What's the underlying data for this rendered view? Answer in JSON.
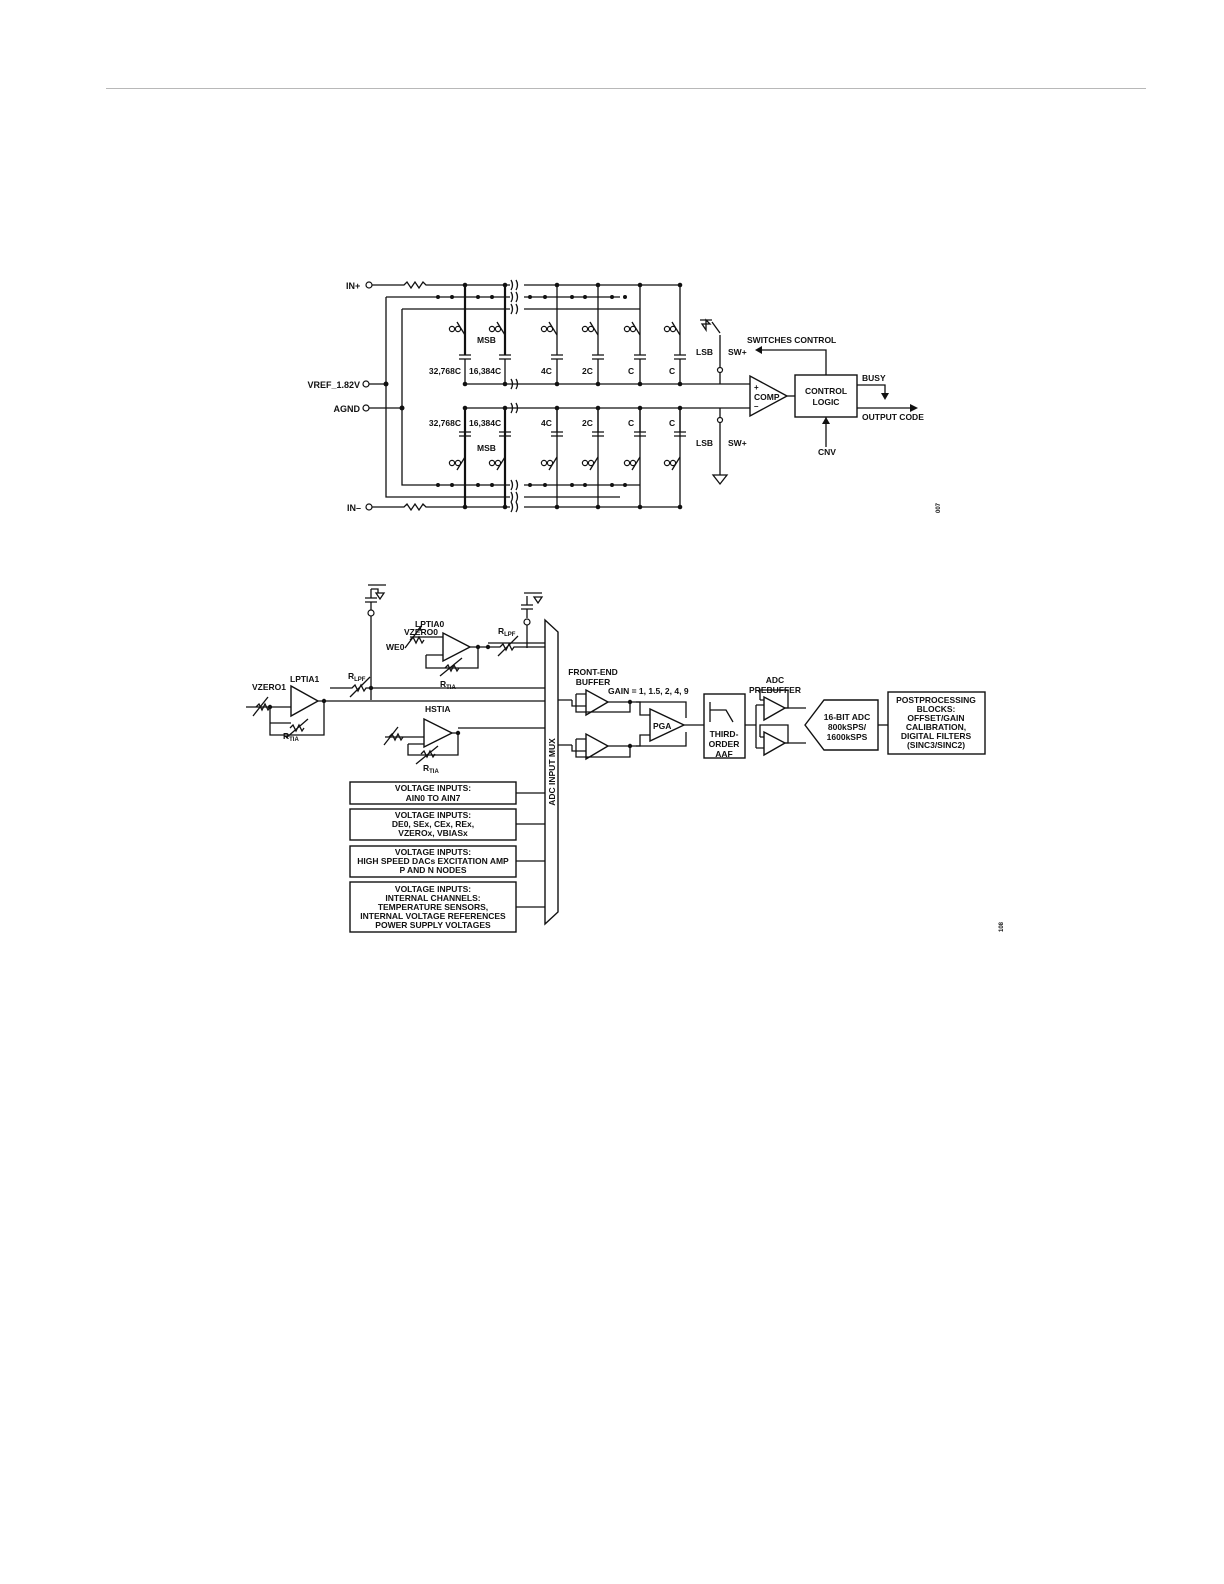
{
  "fig1": {
    "in_plus": "IN+",
    "in_minus": "IN–",
    "vref": "VREF_1.82V",
    "agnd": "AGND",
    "caps": [
      "32,768C",
      "16,384C",
      "4C",
      "2C",
      "C",
      "C"
    ],
    "msb": "MSB",
    "lsb": "LSB",
    "sw_plus": "SW+",
    "switches_control": "SWITCHES CONTROL",
    "comp": "COMP",
    "plus": "+",
    "minus": "–",
    "control_logic": [
      "CONTROL",
      "LOGIC"
    ],
    "busy": "BUSY",
    "output_code": "OUTPUT CODE",
    "cnv": "CNV",
    "fig_id": "007"
  },
  "fig2": {
    "lptia0": "LPTIA0",
    "lptia1": "LPTIA1",
    "hstia": "HSTIA",
    "vzero0": "VZERO0",
    "vzero1": "VZERO1",
    "we0": "WE0",
    "r": "R",
    "lpf_sub": "LPF",
    "tia_sub": "TIA",
    "adc_input_mux": "ADC INPUT MUX",
    "front_end_buffer": [
      "FRONT-END",
      "BUFFER"
    ],
    "gain": "GAIN = 1, 1.5, 2, 4, 9",
    "pga": "PGA",
    "aaf": [
      "THIRD-",
      "ORDER",
      "AAF"
    ],
    "adc_prebuffer": [
      "ADC",
      "PREBUFFER"
    ],
    "adc": [
      "16-BIT ADC",
      "800kSPS/",
      "1600kSPS"
    ],
    "postprocessing": [
      "POSTPROCESSING",
      "BLOCKS:",
      "OFFSET/GAIN",
      "CALIBRATION,",
      "DIGITAL FILTERS",
      "(SINC3/SINC2)"
    ],
    "vi1": [
      "VOLTAGE INPUTS:",
      "AIN0 TO AIN7"
    ],
    "vi2": [
      "VOLTAGE INPUTS:",
      "DE0, SEx, CEx, REx,",
      "VZEROx, VBIASx"
    ],
    "vi3": [
      "VOLTAGE INPUTS:",
      "HIGH SPEED DACs EXCITATION AMP",
      "P AND N NODES"
    ],
    "vi4": [
      "VOLTAGE INPUTS:",
      "INTERNAL CHANNELS:",
      "TEMPERATURE SENSORS,",
      "INTERNAL VOLTAGE REFERENCES",
      "POWER SUPPLY VOLTAGES"
    ],
    "fig_id": "108"
  }
}
